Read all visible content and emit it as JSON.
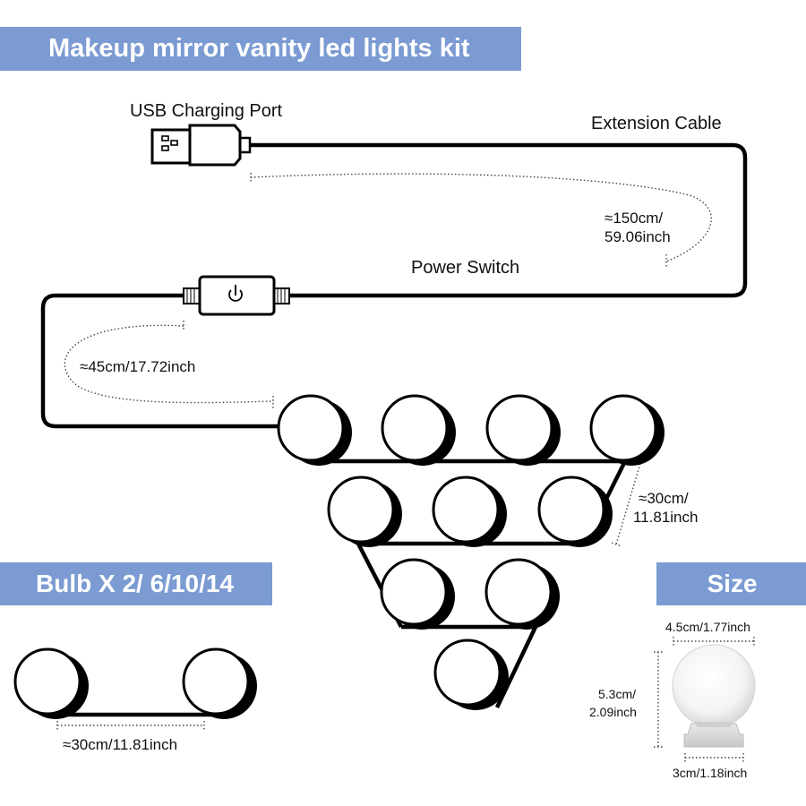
{
  "title": "Makeup mirror vanity led lights kit",
  "labels": {
    "usb_port": "USB Charging Port",
    "extension_cable": "Extension Cable",
    "ext_len_cm": "≈150cm/",
    "ext_len_inch": "59.06inch",
    "power_switch": "Power Switch",
    "switch_len": "≈45cm/17.72inch",
    "bulb_spacing_cm": "≈30cm/",
    "bulb_spacing_inch": "11.81inch",
    "pair_spacing": "≈30cm/11.81inch"
  },
  "bulbs_banner": "Bulb X 2/ 6/10/14",
  "size": {
    "banner": "Size",
    "diameter": "4.5cm/1.77inch",
    "height_cm": "5.3cm/",
    "height_inch": "2.09inch",
    "base": "3cm/1.18inch"
  },
  "icons": {
    "usb": "usb-plug-icon",
    "power": "power-icon"
  },
  "colors": {
    "banner": "#7b9bd2",
    "banner_text": "#ffffff",
    "line": "#000000",
    "dotted": "#444444"
  }
}
